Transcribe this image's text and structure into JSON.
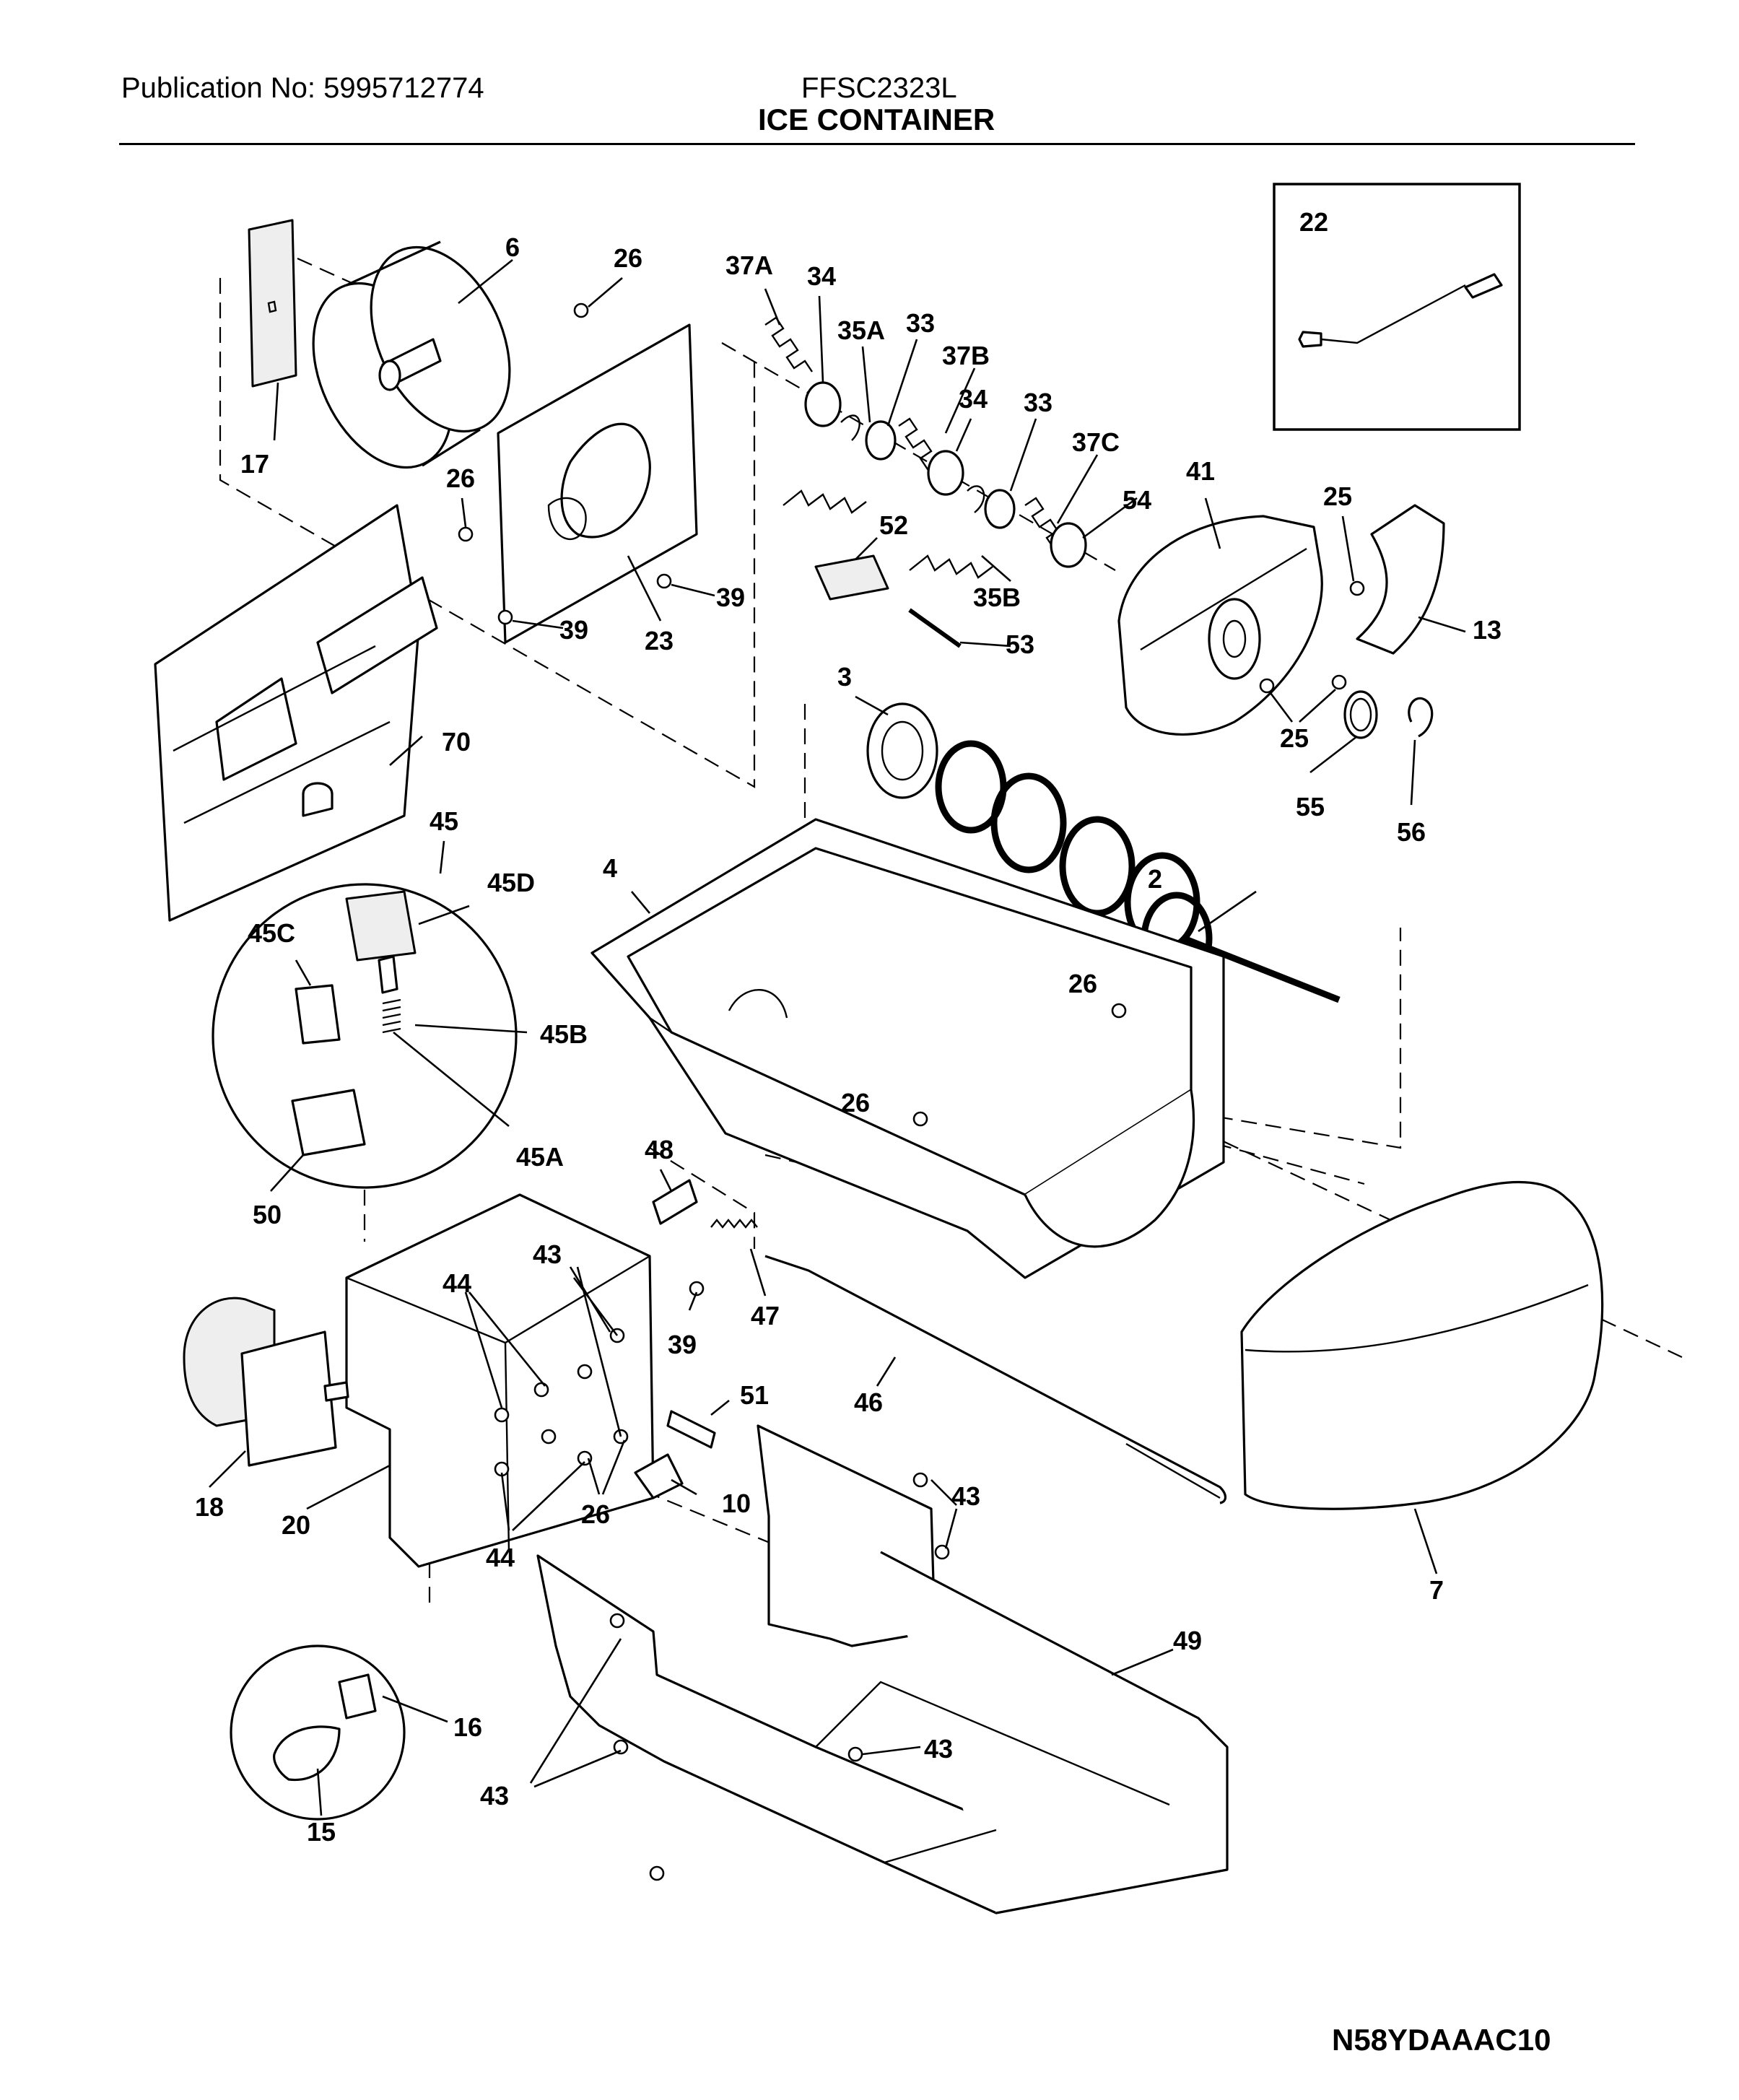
{
  "header": {
    "publication": "Publication No: 5995712774",
    "model": "FFSC2323L",
    "title": "ICE CONTAINER"
  },
  "footer": {
    "diagram_code": "N58YDAAAC10"
  },
  "callouts": {
    "c2": "2",
    "c3": "3",
    "c4": "4",
    "c6": "6",
    "c7": "7",
    "c10": "10",
    "c13": "13",
    "c15": "15",
    "c16": "16",
    "c17": "17",
    "c18": "18",
    "c20": "20",
    "c22": "22",
    "c23": "23",
    "c25a": "25",
    "c25b": "25",
    "c26a": "26",
    "c26b": "26",
    "c26c": "26",
    "c26d": "26",
    "c26e": "26",
    "c33a": "33",
    "c33b": "33",
    "c34a": "34",
    "c34b": "34",
    "c35a": "35A",
    "c35b": "35B",
    "c37a": "37A",
    "c37b": "37B",
    "c37c": "37C",
    "c39a": "39",
    "c39b": "39",
    "c39c": "39",
    "c41": "41",
    "c43a": "43",
    "c43b": "43",
    "c43c": "43",
    "c43d": "43",
    "c44a": "44",
    "c44b": "44",
    "c45": "45",
    "c45a": "45A",
    "c45b": "45B",
    "c45c": "45C",
    "c45d": "45D",
    "c46": "46",
    "c47": "47",
    "c48": "48",
    "c49": "49",
    "c50": "50",
    "c51": "51",
    "c52": "52",
    "c53": "53",
    "c54": "54",
    "c55": "55",
    "c56": "56",
    "c70": "70"
  }
}
